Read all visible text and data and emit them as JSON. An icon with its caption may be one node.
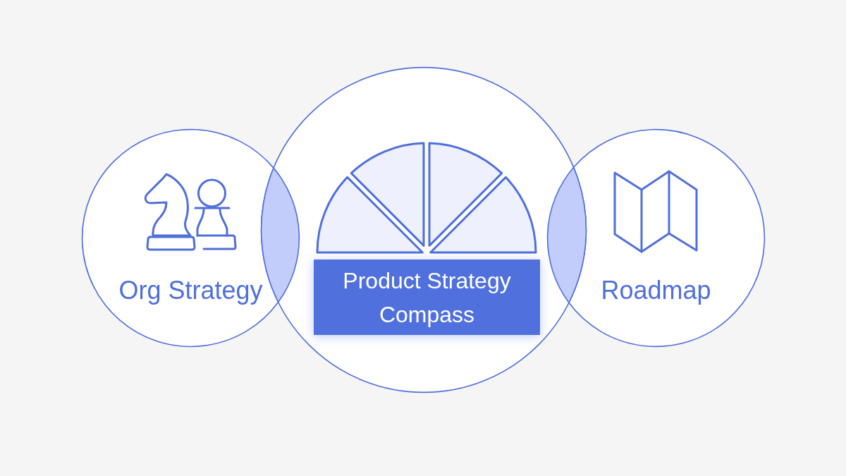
{
  "diagram": {
    "nodes": [
      {
        "text": [
          "Org Strategy"
        ]
      },
      {
        "text": [],
        "shape": "circle"
      },
      {
        "text": [
          "Product Strategy Compass"
        ],
        "in": 1
      },
      {
        "text": [
          "Roadmap"
        ]
      }
    ]
  }
}
